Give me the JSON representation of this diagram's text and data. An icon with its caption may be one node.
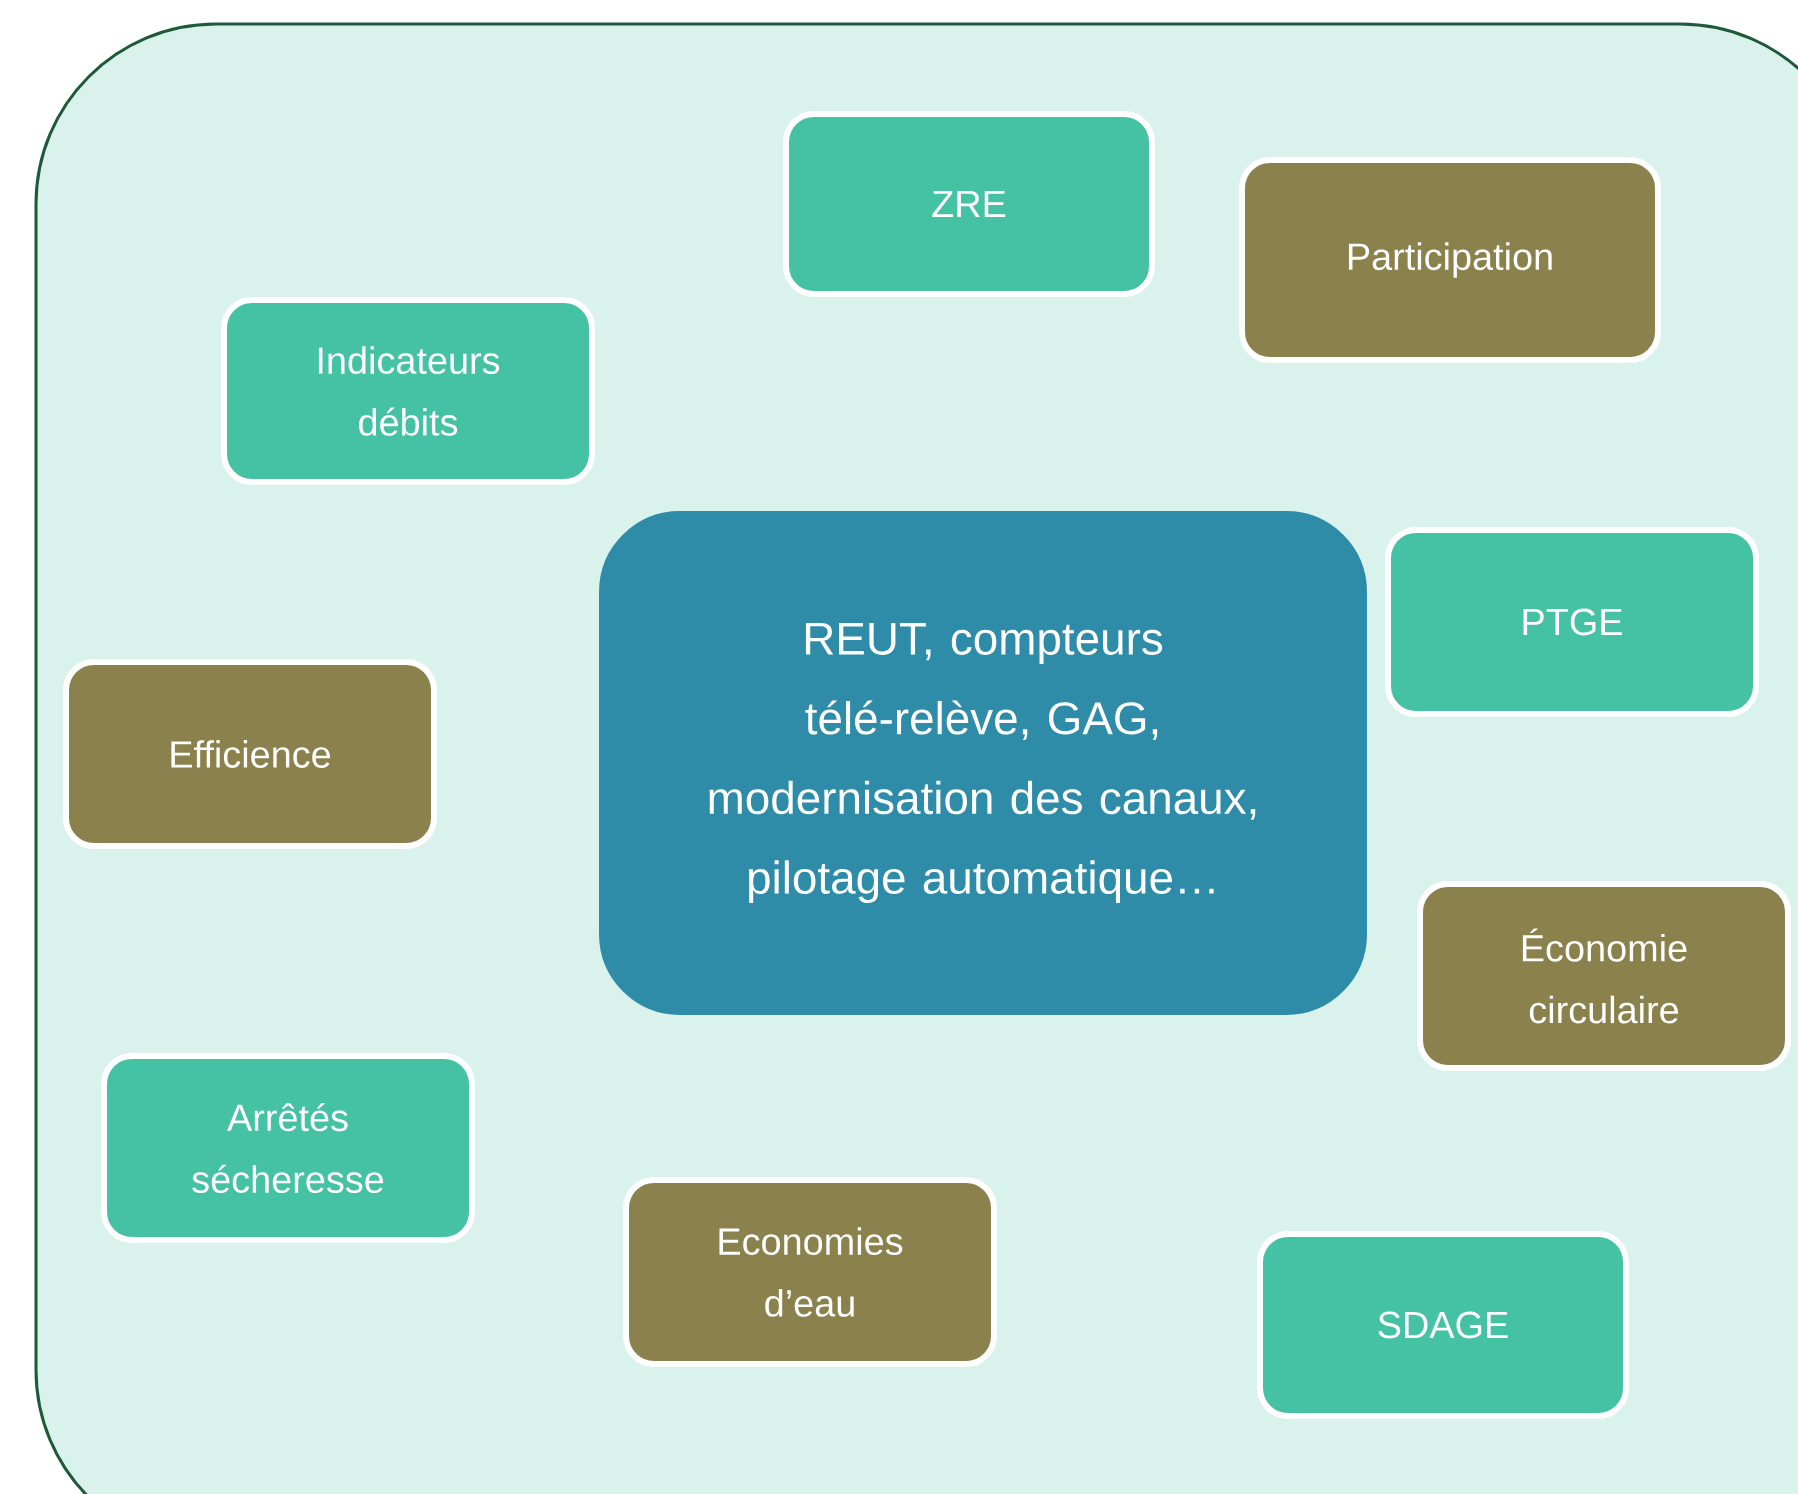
{
  "diagram": {
    "nodes": [
      {
        "text": [],
        "shape": "box"
      },
      {
        "text": [
          "ZRE"
        ],
        "in": 0
      },
      {
        "text": [
          "Participation"
        ],
        "in": 0
      },
      {
        "text": [
          "Indicateurs débits"
        ],
        "in": 0
      },
      {
        "text": [
          "REUT, compteurs télé-relève, GAG, modernisation des canaux, pilotage automatique…"
        ],
        "in": 0
      },
      {
        "text": [
          "PTGE"
        ],
        "in": 0
      },
      {
        "text": [
          "Efficience"
        ],
        "in": 0
      },
      {
        "text": [
          "Économie circulaire"
        ],
        "in": 0
      },
      {
        "text": [
          "Arrêtés sécheresse"
        ],
        "in": 0
      },
      {
        "text": [
          "Economies d’eau"
        ],
        "in": 0
      },
      {
        "text": [
          "SDAGE"
        ],
        "in": 0
      }
    ]
  }
}
